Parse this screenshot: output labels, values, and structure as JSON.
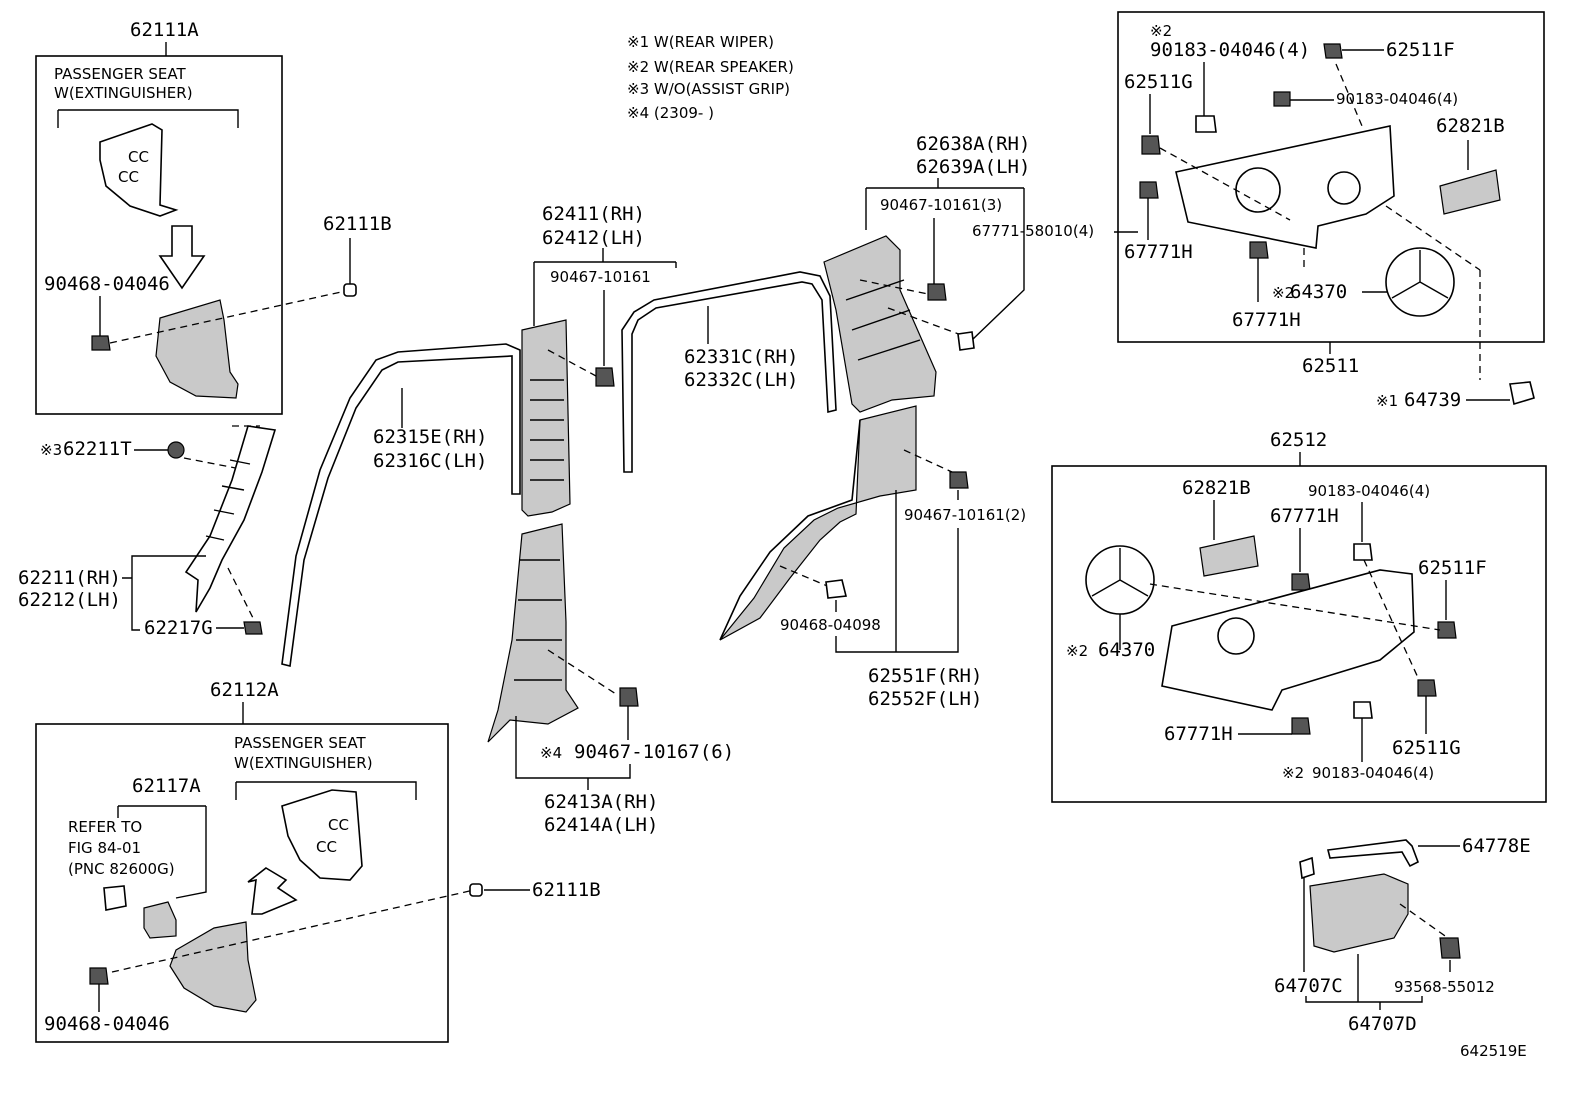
{
  "notes": [
    "※1  W(REAR WIPER)",
    "※2  W(REAR SPEAKER)",
    "※3  W/O(ASSIST GRIP)",
    "※4 (2309-        )"
  ],
  "boxes": {
    "b62111A": {
      "title": "62111A",
      "sub1": "PASSENGER SEAT",
      "sub2": "W(EXTINGUISHER)"
    },
    "b62112A": {
      "title": "62112A",
      "sub1": "PASSENGER SEAT",
      "sub2": "W(EXTINGUISHER)"
    },
    "b62511": {
      "title": "62511"
    },
    "b62512": {
      "title": "62512"
    }
  },
  "labels": {
    "l62111B_top": "62111B",
    "l90468_04046_a": "90468-04046",
    "l62211T": "62211T",
    "l62211_rh": "62211(RH)",
    "l62212_lh": "62212(LH)",
    "l62217G": "62217G",
    "l62117A": "62117A",
    "l_refer1": "REFER TO",
    "l_refer2": "FIG 84-01",
    "l_refer3": "(PNC 82600G)",
    "l62111B_bot": "62111B",
    "l90468_04046_b": "90468-04046",
    "l62315E": "62315E(RH)",
    "l62316C": "62316C(LH)",
    "l62411": "62411(RH)",
    "l62412": "62412(LH)",
    "l90467_10161": "90467-10161",
    "l62331C": "62331C(RH)",
    "l62332C": "62332C(LH)",
    "l90467_10167": "90467-10167(6)",
    "l62413A": "62413A(RH)",
    "l62414A": "62414A(LH)",
    "l62638A": "62638A(RH)",
    "l62639A": "62639A(LH)",
    "l90467_10161_3": "90467-10161(3)",
    "l67771_58010": "67771-58010(4)",
    "l90467_10161_2": "90467-10161(2)",
    "l90468_04098": "90468-04098",
    "l62551F": "62551F(RH)",
    "l62552F": "62552F(LH)",
    "r_90183_a": "90183-04046(4)",
    "r_62511F_a": "62511F",
    "r_62511G_a": "62511G",
    "r_90183_b": "90183-04046(4)",
    "r_62821B_a": "62821B",
    "r_67771H_a": "67771H",
    "r_64370_a": "64370",
    "r_67771H_b": "67771H",
    "r_64739": "64739",
    "s_62821B": "62821B",
    "s_90183_c": "90183-04046(4)",
    "s_67771H_c": "67771H",
    "s_62511F": "62511F",
    "s_64370": "64370",
    "s_67771H_d": "67771H",
    "s_62511G": "62511G",
    "s_90183_d": "90183-04046(4)",
    "l64778E": "64778E",
    "l64707C": "64707C",
    "l93568": "93568-55012",
    "l64707D": "64707D",
    "fig_id": "642519E"
  },
  "marks": {
    "m1": "※1",
    "m2": "※2",
    "m3": "※3",
    "m4": "※4"
  }
}
